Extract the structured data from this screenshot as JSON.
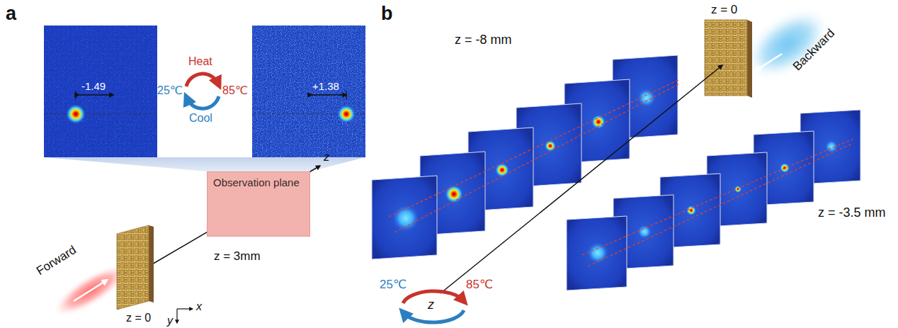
{
  "diagram": {
    "nodes": [
      {
        "text": [
          "Observation plane"
        ]
      }
    ],
    "labels": [
      "a",
      "b",
      "-1.49",
      "Heat",
      "+1.38",
      "25℃",
      "85℃",
      "Cool",
      "z",
      "Forward",
      "z = 3mm",
      "z = 0",
      "x",
      "y",
      "z = -8 mm",
      "z = 0",
      "Backward",
      "z = -3.5 mm",
      "25℃",
      "z",
      "85℃"
    ]
  }
}
